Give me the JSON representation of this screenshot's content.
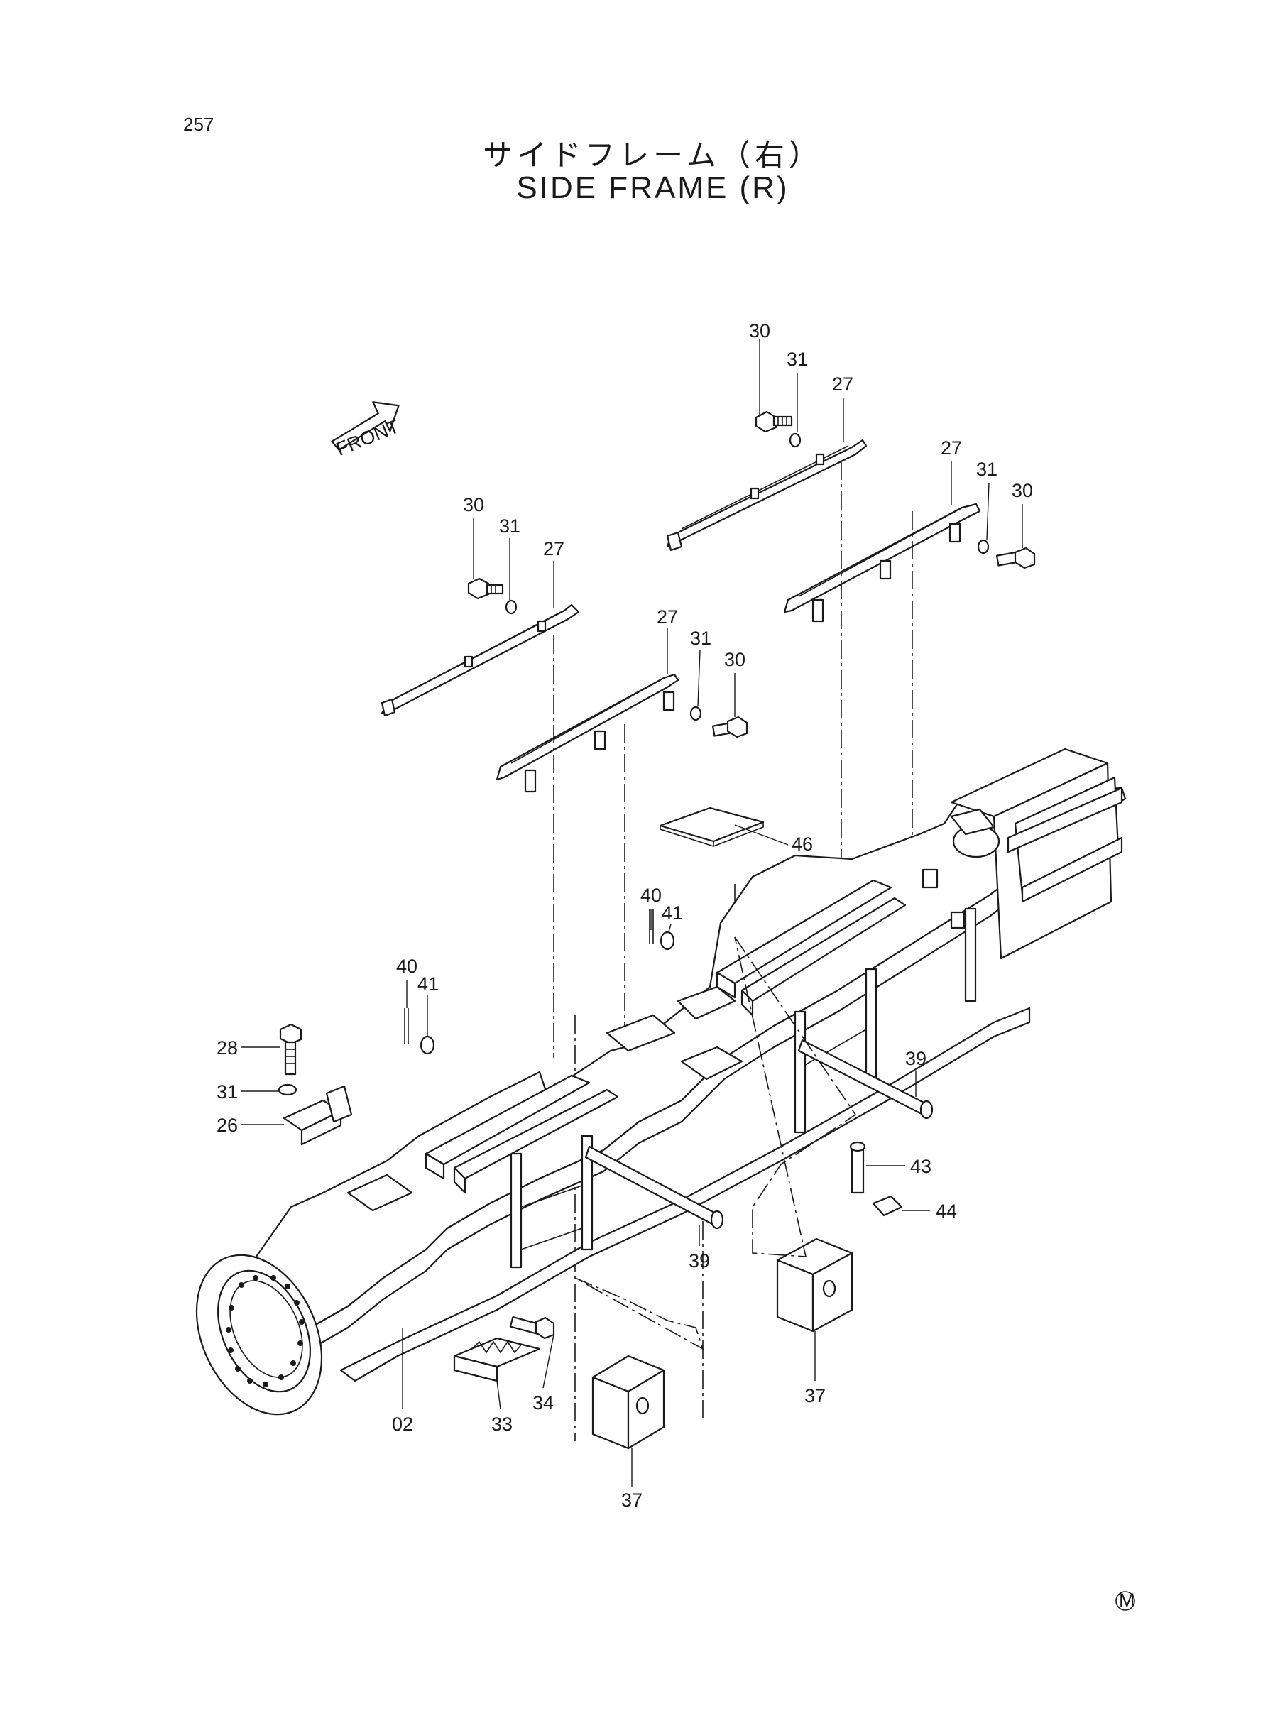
{
  "page": {
    "number": "257",
    "title_jp": "サイドフレーム（右）",
    "title_en": "SIDE FRAME  (R)",
    "mark": "M"
  },
  "diagram": {
    "front_arrow_label": "FRONT",
    "callouts": [
      {
        "id": "c30a",
        "text": "30"
      },
      {
        "id": "c31a",
        "text": "31"
      },
      {
        "id": "c27a",
        "text": "27"
      },
      {
        "id": "c27b",
        "text": "27"
      },
      {
        "id": "c31b",
        "text": "31"
      },
      {
        "id": "c30b",
        "text": "30"
      },
      {
        "id": "c30c",
        "text": "30"
      },
      {
        "id": "c31c",
        "text": "31"
      },
      {
        "id": "c27c",
        "text": "27"
      },
      {
        "id": "c27d",
        "text": "27"
      },
      {
        "id": "c31d",
        "text": "31"
      },
      {
        "id": "c30d",
        "text": "30"
      },
      {
        "id": "c46",
        "text": "46"
      },
      {
        "id": "c40a",
        "text": "40"
      },
      {
        "id": "c41a",
        "text": "41"
      },
      {
        "id": "c40b",
        "text": "40"
      },
      {
        "id": "c41b",
        "text": "41"
      },
      {
        "id": "c28",
        "text": "28"
      },
      {
        "id": "c31e",
        "text": "31"
      },
      {
        "id": "c26",
        "text": "26"
      },
      {
        "id": "c39a",
        "text": "39"
      },
      {
        "id": "c43",
        "text": "43"
      },
      {
        "id": "c44",
        "text": "44"
      },
      {
        "id": "c39b",
        "text": "39"
      },
      {
        "id": "c37a",
        "text": "37"
      },
      {
        "id": "c34",
        "text": "34"
      },
      {
        "id": "c33",
        "text": "33"
      },
      {
        "id": "c02",
        "text": "02"
      },
      {
        "id": "c37b",
        "text": "37"
      }
    ]
  }
}
